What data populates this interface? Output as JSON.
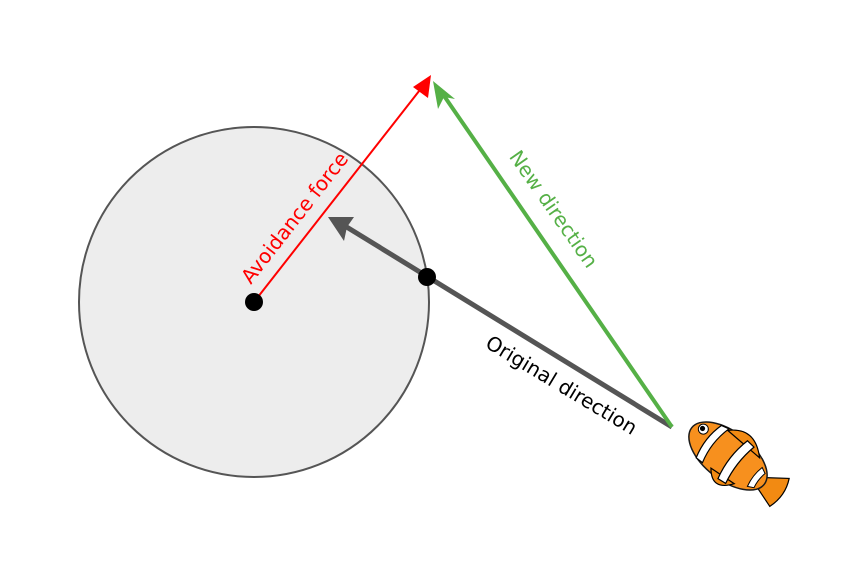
{
  "labels": {
    "avoidance": "Avoidance force",
    "new_direction": "New direction",
    "original_direction": "Original direction"
  },
  "colors": {
    "avoidance": "#ff0000",
    "new_direction": "#55b046",
    "original_direction": "#555555",
    "obstacle_fill": "#ededed",
    "obstacle_stroke": "#555555",
    "label_original": "#000000"
  },
  "icons": {
    "agent": "clownfish-icon"
  }
}
